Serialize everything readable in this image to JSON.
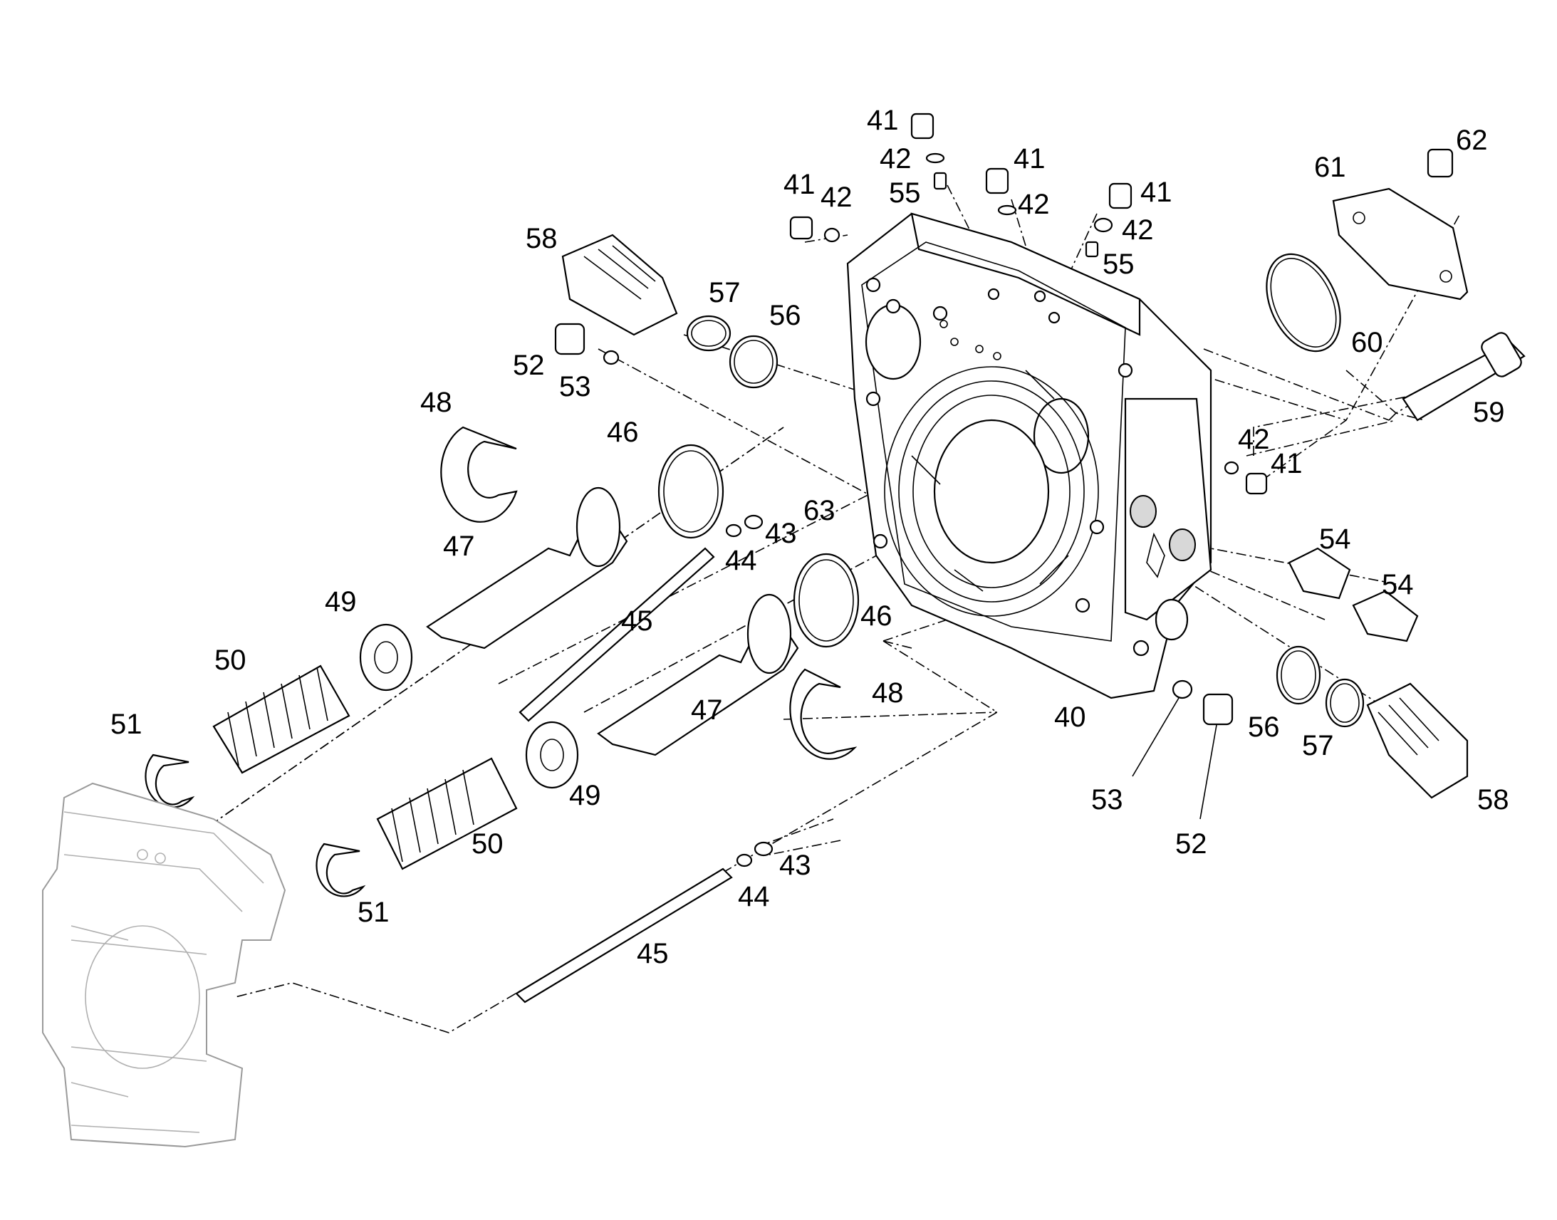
{
  "callouts": [
    {
      "id": "c40",
      "text": "40"
    },
    {
      "id": "c41a",
      "text": "41"
    },
    {
      "id": "c41b",
      "text": "41"
    },
    {
      "id": "c41c",
      "text": "41"
    },
    {
      "id": "c41d",
      "text": "41"
    },
    {
      "id": "c41e",
      "text": "41"
    },
    {
      "id": "c42a",
      "text": "42"
    },
    {
      "id": "c42b",
      "text": "42"
    },
    {
      "id": "c42c",
      "text": "42"
    },
    {
      "id": "c42d",
      "text": "42"
    },
    {
      "id": "c42e",
      "text": "42"
    },
    {
      "id": "c43a",
      "text": "43"
    },
    {
      "id": "c43b",
      "text": "43"
    },
    {
      "id": "c44a",
      "text": "44"
    },
    {
      "id": "c44b",
      "text": "44"
    },
    {
      "id": "c45a",
      "text": "45"
    },
    {
      "id": "c45b",
      "text": "45"
    },
    {
      "id": "c46a",
      "text": "46"
    },
    {
      "id": "c46b",
      "text": "46"
    },
    {
      "id": "c47a",
      "text": "47"
    },
    {
      "id": "c47b",
      "text": "47"
    },
    {
      "id": "c48a",
      "text": "48"
    },
    {
      "id": "c48b",
      "text": "48"
    },
    {
      "id": "c49a",
      "text": "49"
    },
    {
      "id": "c49b",
      "text": "49"
    },
    {
      "id": "c50a",
      "text": "50"
    },
    {
      "id": "c50b",
      "text": "50"
    },
    {
      "id": "c51a",
      "text": "51"
    },
    {
      "id": "c51b",
      "text": "51"
    },
    {
      "id": "c52a",
      "text": "52"
    },
    {
      "id": "c52b",
      "text": "52"
    },
    {
      "id": "c53a",
      "text": "53"
    },
    {
      "id": "c53b",
      "text": "53"
    },
    {
      "id": "c54a",
      "text": "54"
    },
    {
      "id": "c54b",
      "text": "54"
    },
    {
      "id": "c55a",
      "text": "55"
    },
    {
      "id": "c55b",
      "text": "55"
    },
    {
      "id": "c56a",
      "text": "56"
    },
    {
      "id": "c56b",
      "text": "56"
    },
    {
      "id": "c57a",
      "text": "57"
    },
    {
      "id": "c57b",
      "text": "57"
    },
    {
      "id": "c58a",
      "text": "58"
    },
    {
      "id": "c58b",
      "text": "58"
    },
    {
      "id": "c59",
      "text": "59"
    },
    {
      "id": "c60",
      "text": "60"
    },
    {
      "id": "c61",
      "text": "61"
    },
    {
      "id": "c62",
      "text": "62"
    },
    {
      "id": "c63",
      "text": "63"
    }
  ]
}
